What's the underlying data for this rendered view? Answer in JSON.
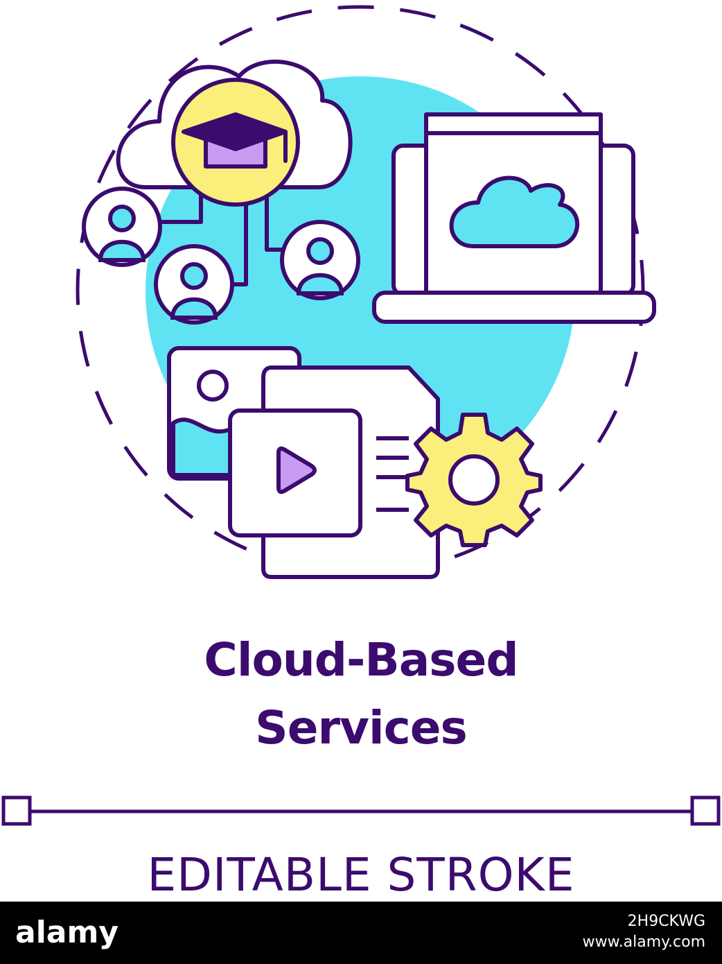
{
  "title": {
    "line1": "Cloud-Based",
    "line2": "Services"
  },
  "caption": "EDITABLE STROKE",
  "footer": {
    "brand": "alamy",
    "image_id": "2H9CKWG",
    "site": "www.alamy.com"
  },
  "colors": {
    "stroke": "#3b0b6e",
    "accent_cyan": "#5fe3f2",
    "accent_yellow": "#f9ef7a",
    "accent_violet": "#c99cf4",
    "background": "#ffffff",
    "footer_bg": "#000000"
  }
}
